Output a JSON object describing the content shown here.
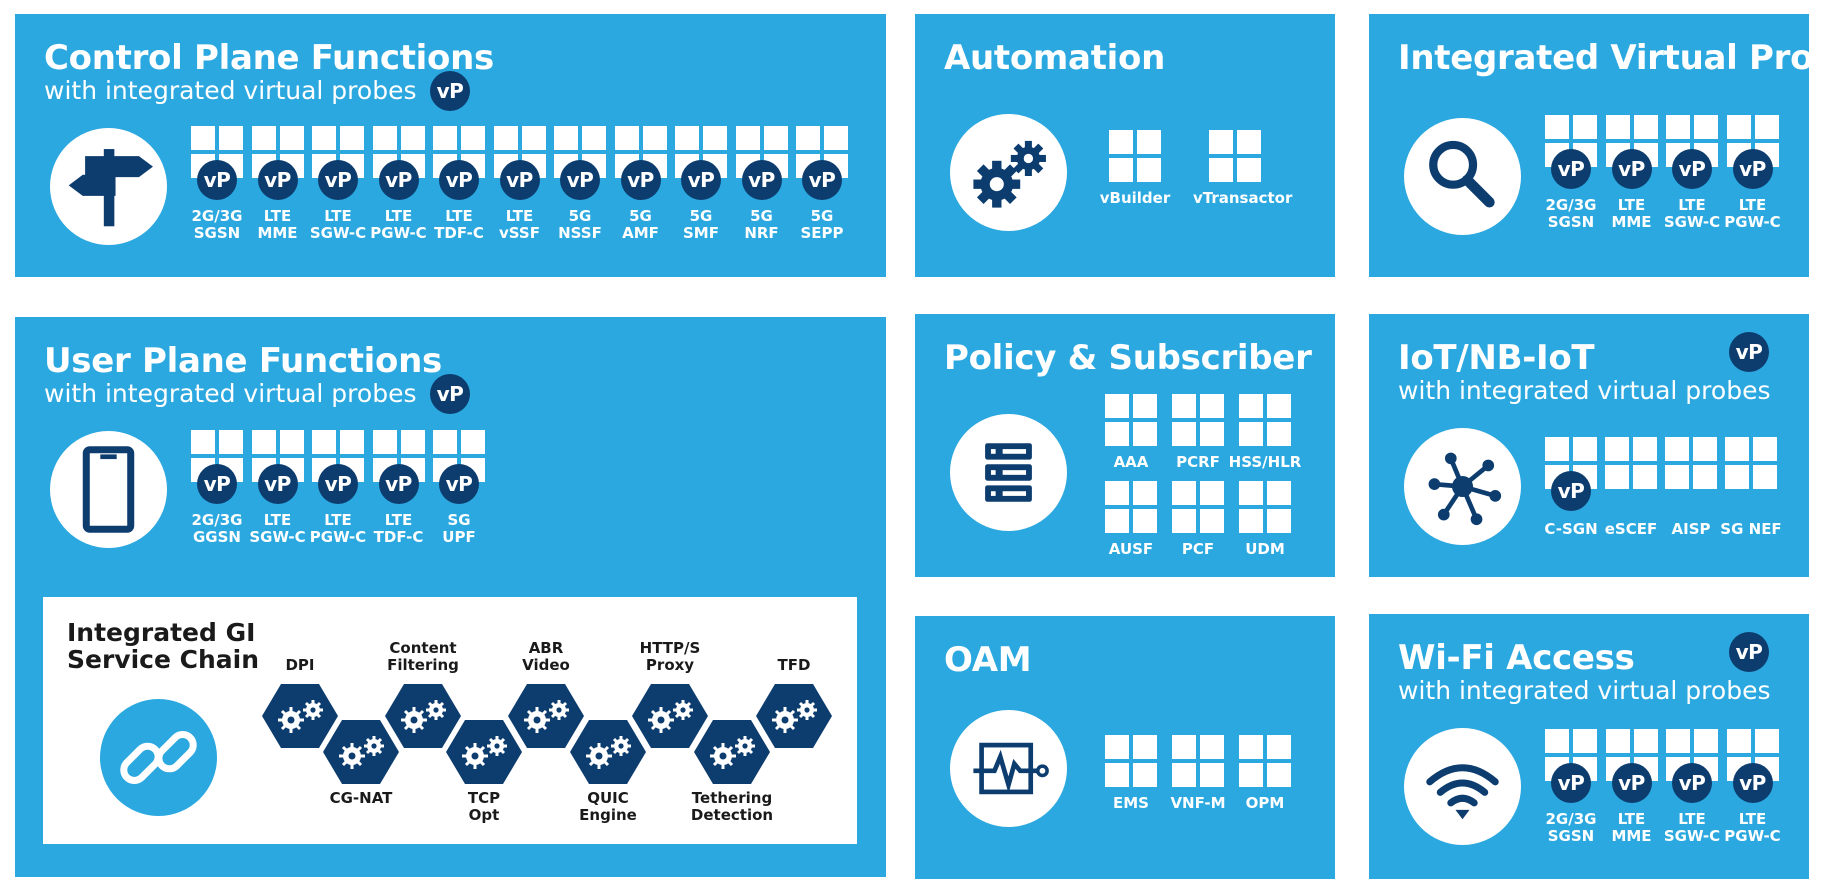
{
  "colors": {
    "panel": "#2ba8e0",
    "dark": "#0d3d6e",
    "white": "#ffffff"
  },
  "control_plane": {
    "title": "Control Plane Functions",
    "subtitle": "with integrated virtual probes",
    "badge": "vP",
    "icon": "signpost-icon",
    "functions": [
      {
        "line1": "2G/3G",
        "line2": "SGSN",
        "badge": "vP"
      },
      {
        "line1": "LTE",
        "line2": "MME",
        "badge": "vP"
      },
      {
        "line1": "LTE",
        "line2": "SGW-C",
        "badge": "vP"
      },
      {
        "line1": "LTE",
        "line2": "PGW-C",
        "badge": "vP"
      },
      {
        "line1": "LTE",
        "line2": "TDF-C",
        "badge": "vP"
      },
      {
        "line1": "LTE",
        "line2": "vSSF",
        "badge": "vP"
      },
      {
        "line1": "5G",
        "line2": "NSSF",
        "badge": "vP"
      },
      {
        "line1": "5G",
        "line2": "AMF",
        "badge": "vP"
      },
      {
        "line1": "5G",
        "line2": "SMF",
        "badge": "vP"
      },
      {
        "line1": "5G",
        "line2": "NRF",
        "badge": "vP"
      },
      {
        "line1": "5G",
        "line2": "SEPP",
        "badge": "vP"
      }
    ]
  },
  "automation": {
    "title": "Automation",
    "icon": "gears-icon",
    "functions": [
      {
        "label": "vBuilder"
      },
      {
        "label": "vTransactor"
      }
    ]
  },
  "integrated_virtual_probe": {
    "title": "Integrated Virtual Probe",
    "icon": "magnifier-icon",
    "functions": [
      {
        "line1": "2G/3G",
        "line2": "SGSN",
        "badge": "vP"
      },
      {
        "line1": "LTE",
        "line2": "MME",
        "badge": "vP"
      },
      {
        "line1": "LTE",
        "line2": "SGW-C",
        "badge": "vP"
      },
      {
        "line1": "LTE",
        "line2": "PGW-C",
        "badge": "vP"
      }
    ]
  },
  "user_plane": {
    "title": "User Plane Functions",
    "subtitle": "with integrated virtual probes",
    "badge": "vP",
    "icon": "phone-icon",
    "functions": [
      {
        "line1": "2G/3G",
        "line2": "GGSN",
        "badge": "vP"
      },
      {
        "line1": "LTE",
        "line2": "SGW-C",
        "badge": "vP"
      },
      {
        "line1": "LTE",
        "line2": "PGW-C",
        "badge": "vP"
      },
      {
        "line1": "LTE",
        "line2": "TDF-C",
        "badge": "vP"
      },
      {
        "line1": "SG",
        "line2": "UPF",
        "badge": "vP"
      }
    ]
  },
  "gi_chain": {
    "title_line1": "Integrated GI",
    "title_line2": "Service Chain",
    "icon": "chain-link-icon",
    "top_labels": [
      {
        "line1": "DPI",
        "line2": ""
      },
      {
        "line1": "Content",
        "line2": "Filtering"
      },
      {
        "line1": "ABR",
        "line2": "Video"
      },
      {
        "line1": "HTTP/S",
        "line2": "Proxy"
      },
      {
        "line1": "TFD",
        "line2": ""
      }
    ],
    "bottom_labels": [
      {
        "line1": "CG-NAT",
        "line2": ""
      },
      {
        "line1": "TCP",
        "line2": "Opt"
      },
      {
        "line1": "QUIC",
        "line2": "Engine"
      },
      {
        "line1": "Tethering",
        "line2": "Detection"
      }
    ]
  },
  "policy": {
    "title": "Policy & Subscriber",
    "icon": "server-icon",
    "functions": [
      {
        "label": "AAA"
      },
      {
        "label": "PCRF"
      },
      {
        "label": "HSS/HLR"
      },
      {
        "label": "AUSF"
      },
      {
        "label": "PCF"
      },
      {
        "label": "UDM"
      }
    ]
  },
  "iot": {
    "title": "IoT/NB-IoT",
    "subtitle": "with integrated virtual probes",
    "badge": "vP",
    "icon": "network-hub-icon",
    "functions": [
      {
        "label": "C-SGN",
        "badge": "vP"
      },
      {
        "label": "eSCEF"
      },
      {
        "label": "AISP"
      },
      {
        "label": "SG NEF"
      }
    ]
  },
  "oam": {
    "title": "OAM",
    "icon": "monitor-pulse-icon",
    "functions": [
      {
        "label": "EMS"
      },
      {
        "label": "VNF-M"
      },
      {
        "label": "OPM"
      }
    ]
  },
  "wifi": {
    "title": "Wi-Fi Access",
    "subtitle": "with integrated virtual probes",
    "badge": "vP",
    "icon": "wifi-icon",
    "functions": [
      {
        "line1": "2G/3G",
        "line2": "SGSN",
        "badge": "vP"
      },
      {
        "line1": "LTE",
        "line2": "MME",
        "badge": "vP"
      },
      {
        "line1": "LTE",
        "line2": "SGW-C",
        "badge": "vP"
      },
      {
        "line1": "LTE",
        "line2": "PGW-C",
        "badge": "vP"
      }
    ]
  }
}
